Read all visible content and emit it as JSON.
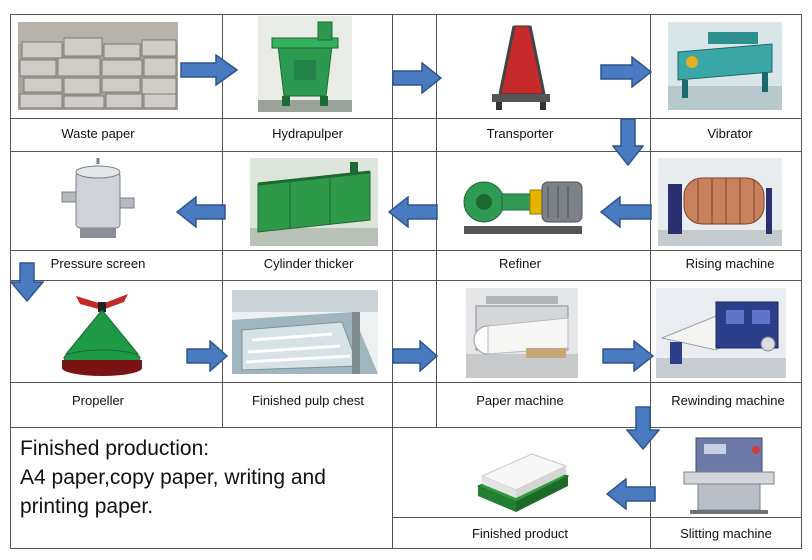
{
  "steps": [
    {
      "label": "Waste paper"
    },
    {
      "label": "Hydrapulper"
    },
    {
      "label": "Transporter"
    },
    {
      "label": "Vibrator"
    },
    {
      "label": "Pressure screen"
    },
    {
      "label": "Cylinder  thicker"
    },
    {
      "label": "Refiner"
    },
    {
      "label": "Rising machine"
    },
    {
      "label": "Propeller"
    },
    {
      "label": "Finished pulp chest"
    },
    {
      "label": "Paper machine"
    },
    {
      "label": "Rewinding machine"
    },
    {
      "label": "Finished product"
    },
    {
      "label": "Slitting machine"
    }
  ],
  "note": {
    "line1": "Finished production:",
    "line2": "A4 paper,copy paper, writing and",
    "line3": "printing paper."
  },
  "colors": {
    "arrow_fill": "#4a7bc1",
    "arrow_stroke": "#2e5590",
    "grid_line": "#555555"
  }
}
